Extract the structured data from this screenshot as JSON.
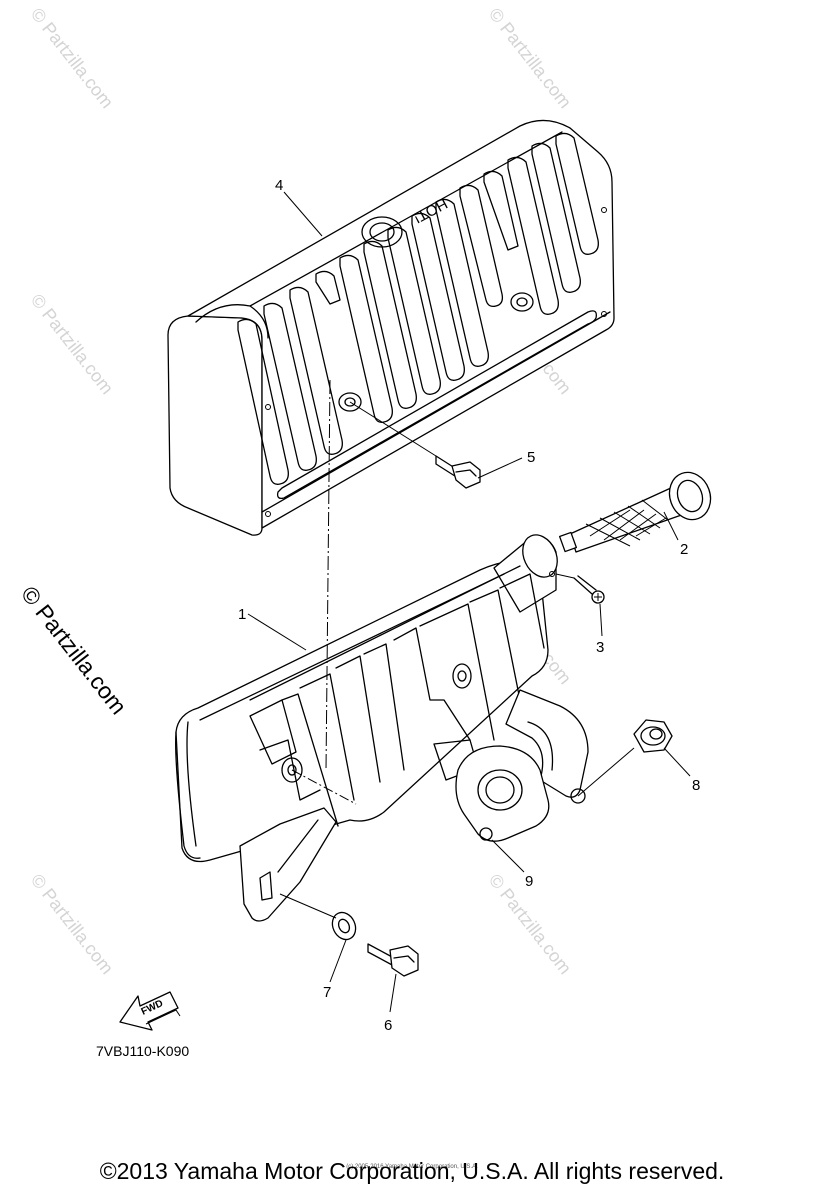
{
  "watermark": {
    "text": "© Partzilla.com"
  },
  "callouts": [
    {
      "id": "1",
      "label": "1"
    },
    {
      "id": "2",
      "label": "2"
    },
    {
      "id": "3",
      "label": "3"
    },
    {
      "id": "4",
      "label": "4"
    },
    {
      "id": "5",
      "label": "5"
    },
    {
      "id": "6",
      "label": "6"
    },
    {
      "id": "7",
      "label": "7"
    },
    {
      "id": "8",
      "label": "8"
    },
    {
      "id": "9",
      "label": "9"
    }
  ],
  "heat_shield_marking": "HOT!",
  "fwd_arrow_label": "FWD",
  "diagram_code": "7VBJ110-K090",
  "copyright": "©2013 Yamaha Motor Corporation, U.S.A. All rights reserved.",
  "copyright_small": "(c) 2005-2016 Yamaha Motor Corporation, U.S.A."
}
